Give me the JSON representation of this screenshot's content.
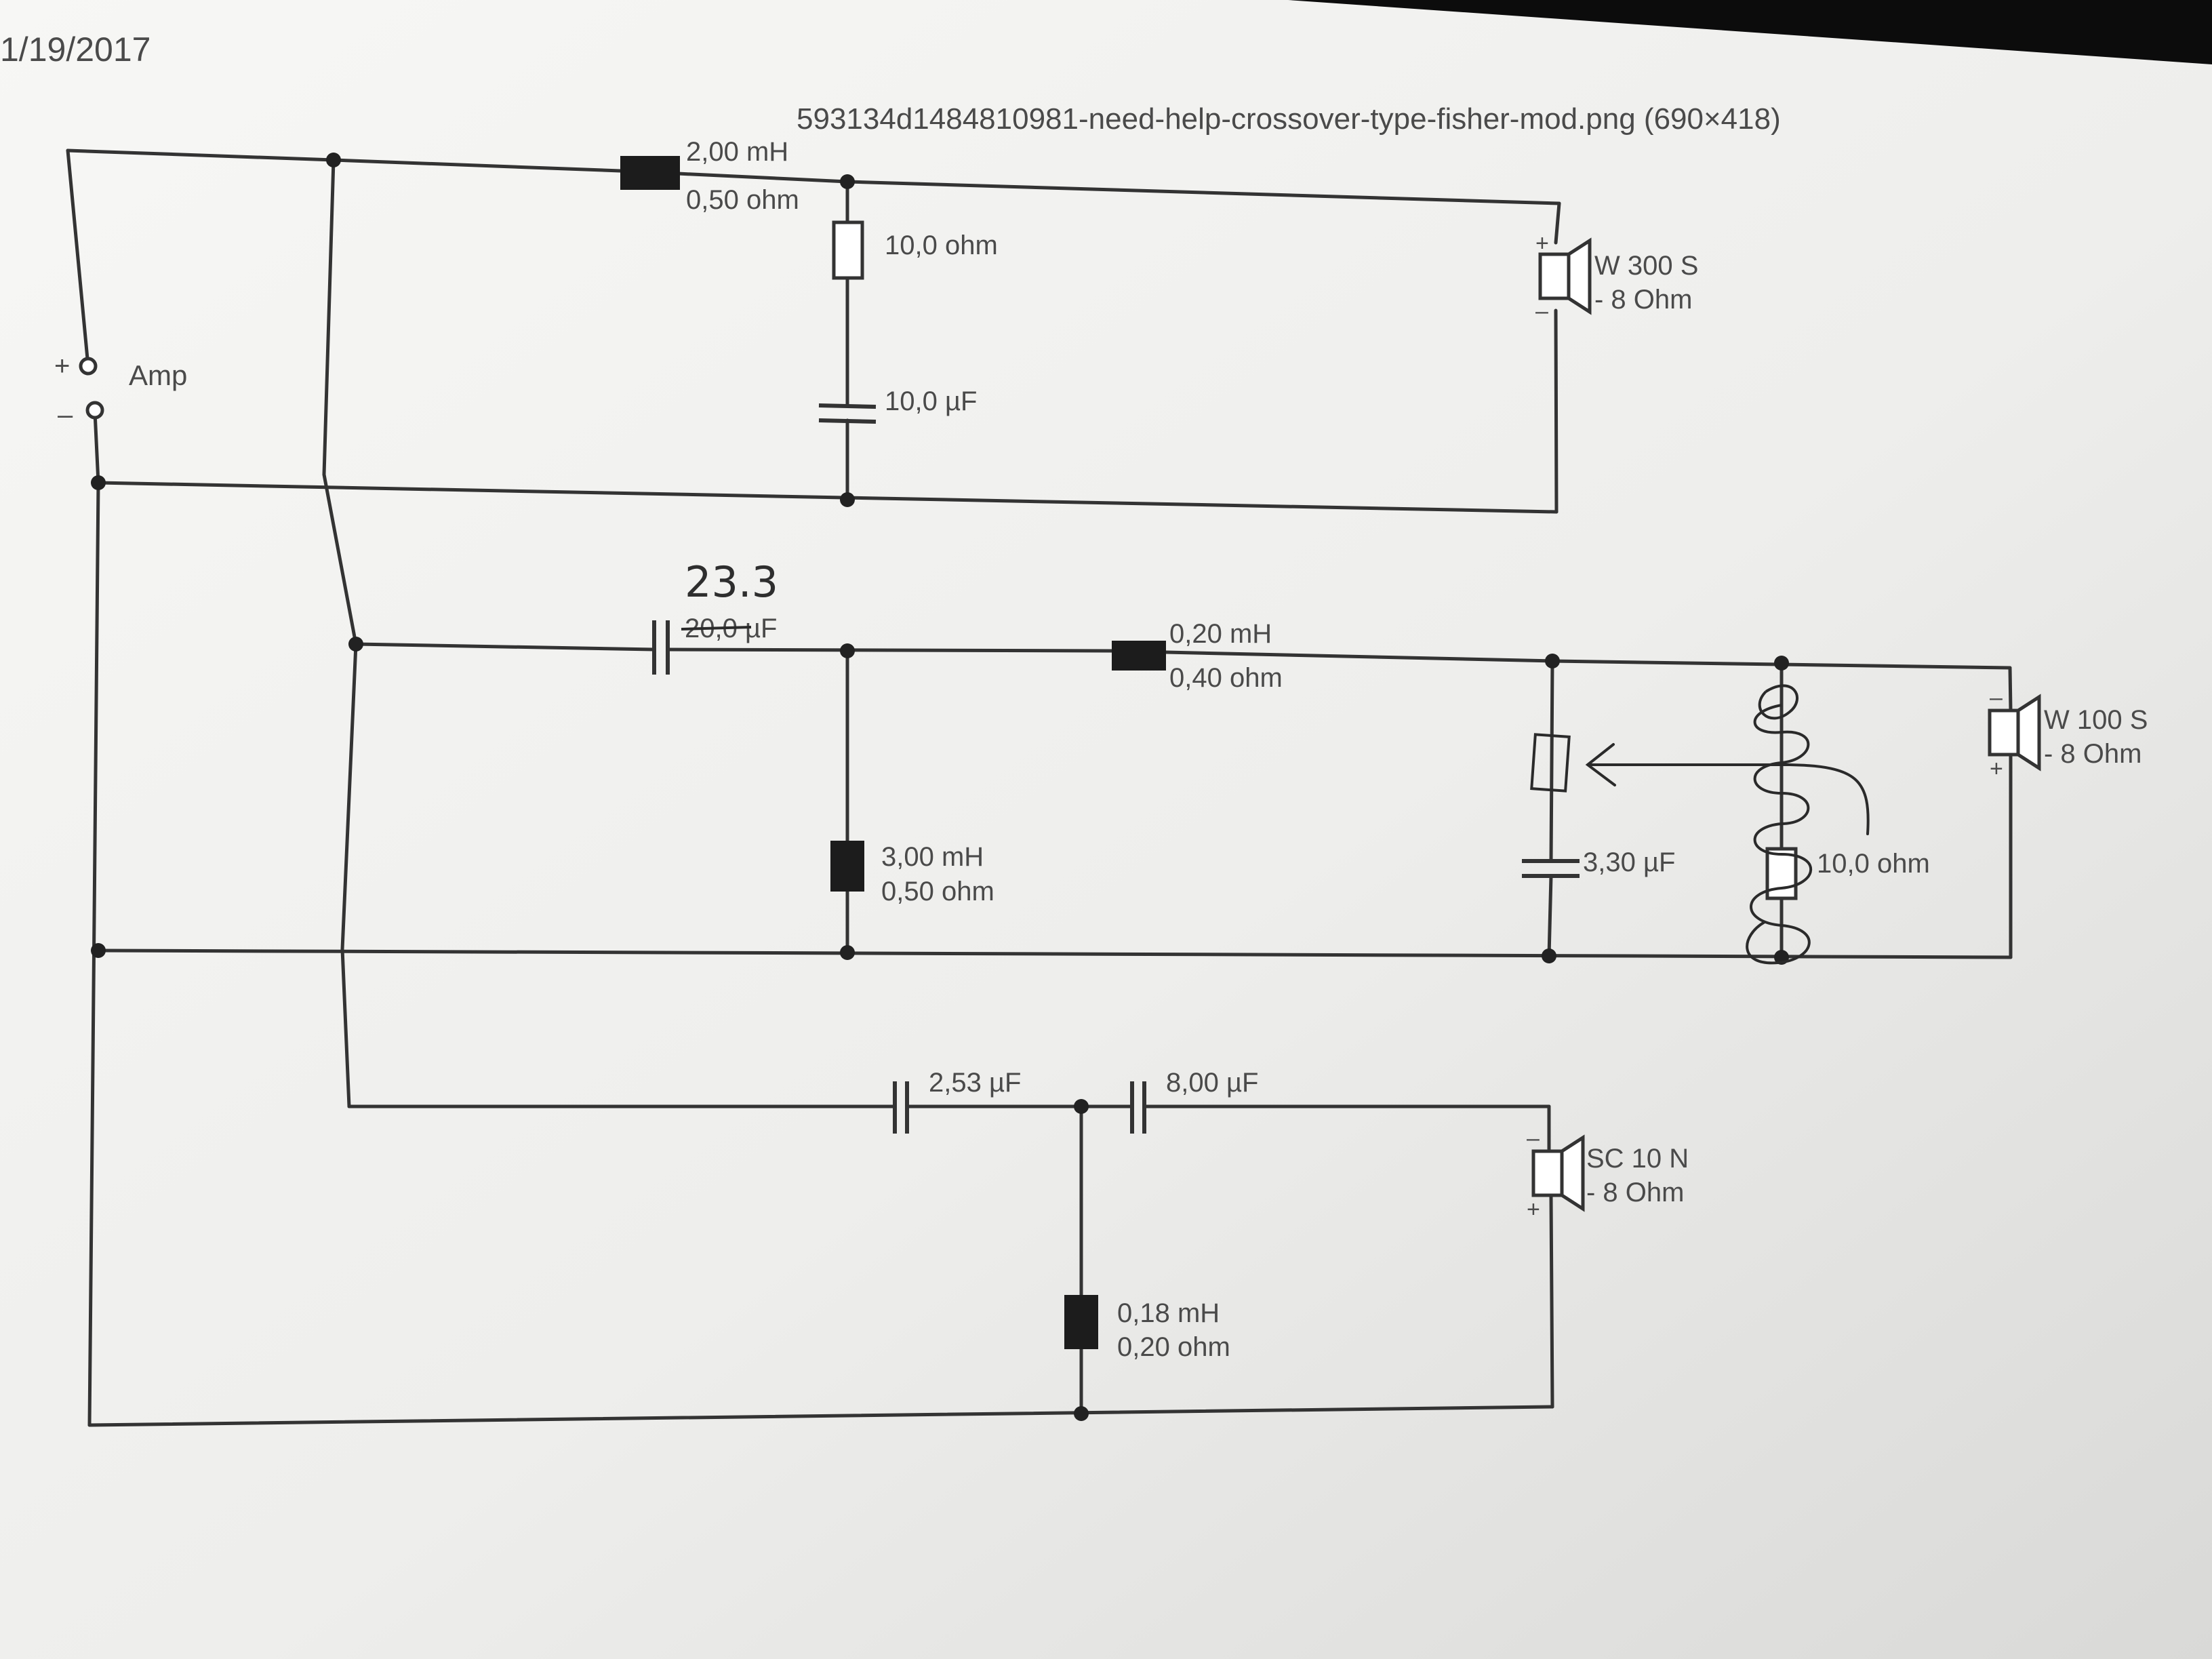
{
  "header": {
    "date": "1/19/2017",
    "file_title": "593134d1484810981-need-help-crossover-type-fisher-mod.png (690×418)"
  },
  "amp": {
    "label": "Amp",
    "plus": "+",
    "minus": "–"
  },
  "woofer_branch": {
    "series_inductor": {
      "value": "2,00 mH",
      "resistance": "0,50 ohm"
    },
    "shunt_resistor": {
      "value": "10,0 ohm"
    },
    "shunt_capacitor": {
      "value": "10,0 µF"
    },
    "driver": {
      "name": "W 300 S",
      "impedance": "- 8 Ohm",
      "plus": "+",
      "minus": "–"
    }
  },
  "mid_branch": {
    "series_capacitor": {
      "value": "20,0 µF",
      "handwritten_value": "23.3"
    },
    "shunt_inductor": {
      "value": "3,00 mH",
      "resistance": "0,50 ohm"
    },
    "series_inductor": {
      "value": "0,20 mH",
      "resistance": "0,40 ohm"
    },
    "shunt_capacitor": {
      "value": "3,30 µF"
    },
    "shunt_resistor": {
      "value": "10,0 ohm"
    },
    "driver": {
      "name": "W 100 S",
      "impedance": "- 8 Ohm",
      "plus": "+",
      "minus": "–"
    }
  },
  "tweeter_branch": {
    "capacitor_1": {
      "value": "2,53 µF"
    },
    "capacitor_2": {
      "value": "8,00 µF"
    },
    "shunt_inductor": {
      "value": "0,18 mH",
      "resistance": "0,20 ohm"
    },
    "driver": {
      "name": "SC 10 N",
      "impedance": "- 8 Ohm",
      "plus": "+",
      "minus": "–"
    }
  },
  "colors": {
    "paper": "#f1f1ef",
    "ink": "#333333",
    "pencil": "#2a2a2a",
    "background": "#ffffff"
  }
}
